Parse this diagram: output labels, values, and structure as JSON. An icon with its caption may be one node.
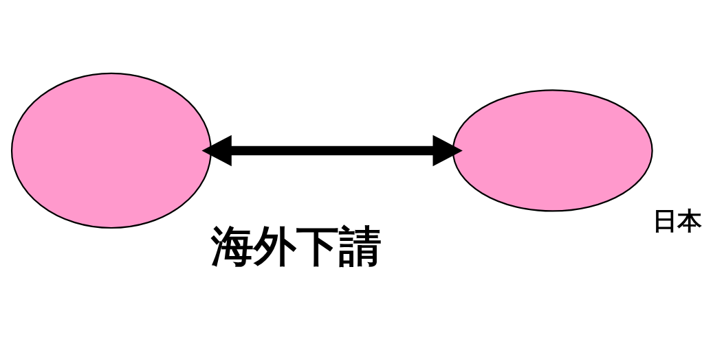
{
  "diagram": {
    "nodes": [
      {
        "text": [],
        "shape": "ellipse",
        "beside": [
          "日本"
        ]
      },
      {
        "text": [],
        "shape": "ellipse",
        "beside": [
          "海外下請"
        ]
      }
    ],
    "edges": [
      {
        "from": 0,
        "to": 1,
        "arrow": "both"
      }
    ]
  }
}
